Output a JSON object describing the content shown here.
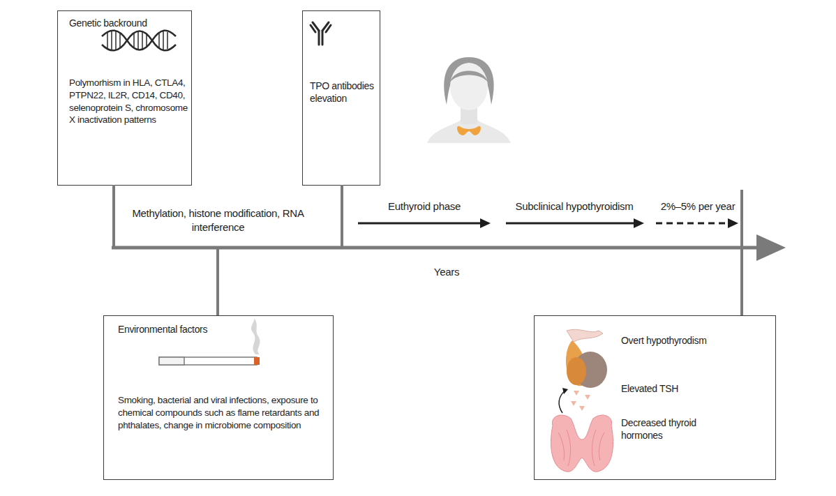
{
  "diagram": {
    "nodes": [
      {
        "text": [
          "Genetic backround",
          "Polymorhism in HLA, CTLA4, PTPN22, IL2R, CD14, CD40, selenoprotein S, chromosome X inactivation patterns"
        ]
      },
      {
        "text": [
          "TPO antibodies elevation"
        ]
      },
      {
        "text": [
          "Environmental factors",
          "Smoking, bacterial and viral infections, exposure to chemical compounds such as flame retardants and phthalates, change in microbiome composition"
        ]
      },
      {
        "text": [
          "Overt hypothyrodism",
          "Elevated TSH",
          "Decreased thyroid hormones"
        ]
      }
    ],
    "labels": [
      "Methylation, histone modification, RNA interference",
      "Euthyroid phase",
      "Subclinical hypothyroidism",
      "2%–5% per year",
      "Years"
    ]
  }
}
